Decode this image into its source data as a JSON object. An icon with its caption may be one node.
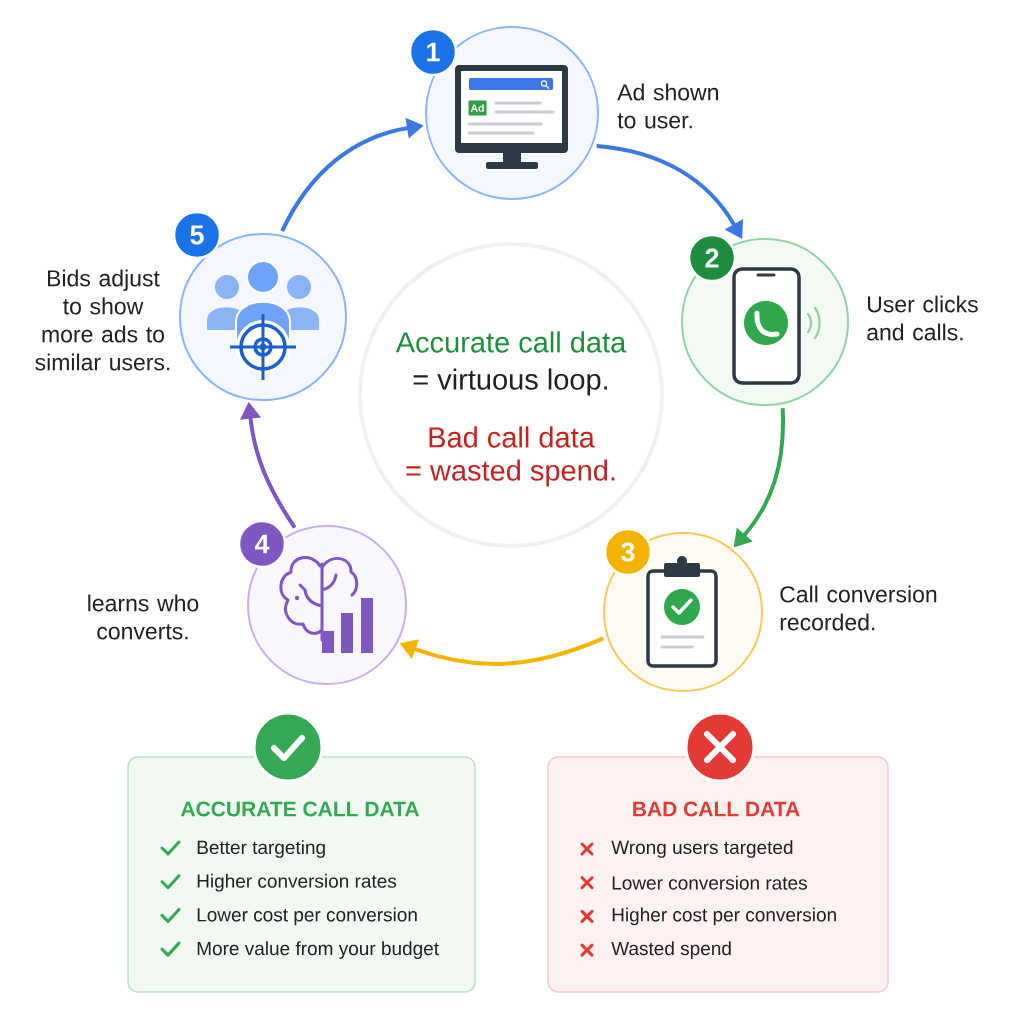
{
  "diagram": {
    "nodes": [
      {
        "text": [
          "1"
        ],
        "beside": [
          "Ad shown to user."
        ]
      },
      {
        "text": [
          "2"
        ],
        "beside": [
          "User clicks and calls."
        ]
      },
      {
        "text": [
          "3"
        ],
        "beside": [
          "Call conversion recorded."
        ]
      },
      {
        "text": [
          "4"
        ],
        "beside": [
          "learns who converts."
        ]
      },
      {
        "text": [
          "5"
        ],
        "beside": [
          "Bids adjust to show more ads to similar users."
        ]
      },
      {
        "text": [
          "Accurate call data",
          "= virtuous loop.",
          "Bad call data",
          "= wasted spend."
        ]
      },
      {
        "text": [
          "ACCURATE CALL DATA",
          "Better targeting",
          "Higher conversion rates",
          "Lower cost per conversion",
          "More value from your budget"
        ]
      },
      {
        "text": [
          "BAD CALL DATA",
          "Wrong users targeted",
          "Lower conversion rates",
          "Higher cost per conversion",
          "Wasted spend"
        ]
      }
    ],
    "edges": [
      {
        "from": 0,
        "to": 1,
        "arrow": "to"
      },
      {
        "from": 1,
        "to": 2,
        "arrow": "to",
        "color": "#34a853"
      },
      {
        "from": 2,
        "to": 3,
        "arrow": "to",
        "color": "#f4b400"
      },
      {
        "from": 3,
        "to": 4,
        "arrow": "to",
        "color": "#7e57c2"
      },
      {
        "from": 4,
        "to": 0,
        "arrow": "to"
      }
    ],
    "labels": [
      "Ad"
    ]
  }
}
